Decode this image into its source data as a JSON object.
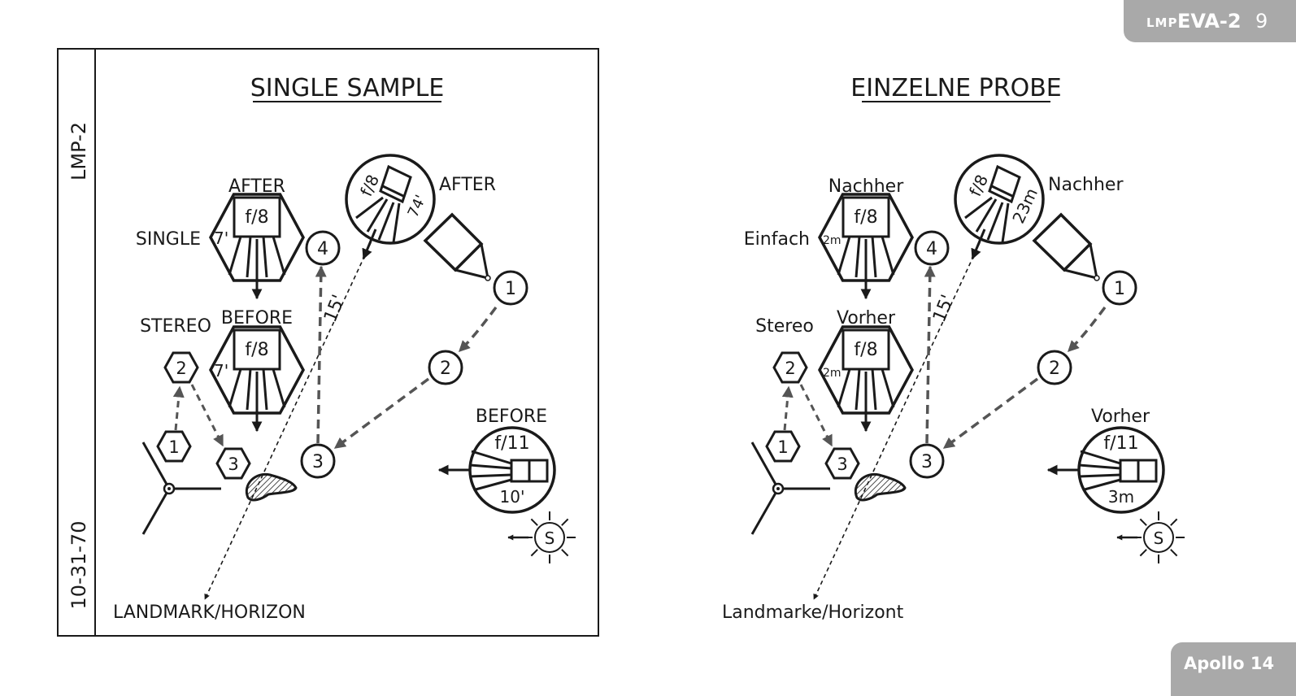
{
  "header": {
    "vehicle": "LMP",
    "eva": "EVA-2",
    "page": "9"
  },
  "footer": {
    "mission": "Apollo 14"
  },
  "sidebar": {
    "top": "LMP-2",
    "bottom": "10-31-70"
  },
  "panels": [
    {
      "title": "SINGLE SAMPLE",
      "after": "AFTER",
      "single": "SINGLE",
      "before": "BEFORE",
      "stereo": "STEREO",
      "f8": "f/8",
      "f11": "f/11",
      "dist_single": "7'",
      "dist_stereo": "7'",
      "dist_after": "74'",
      "dist_pace": "15'",
      "dist_before": "10'",
      "after_right": "AFTER",
      "before_right": "BEFORE",
      "landmark": "LANDMARK/HORIZON",
      "steps": [
        "1",
        "2",
        "3",
        "4"
      ],
      "hex_steps": [
        "1",
        "2",
        "3"
      ],
      "sun": "S"
    },
    {
      "title": "EINZELNE PROBE",
      "after": "Nachher",
      "single": "Einfach",
      "before": "Vorher",
      "stereo": "Stereo",
      "f8": "f/8",
      "f11": "f/11",
      "dist_single": "2m",
      "dist_stereo": "2m",
      "dist_after": "23m",
      "dist_pace": "15'",
      "dist_before": "3m",
      "after_right": "Nachher",
      "before_right": "Vorher",
      "landmark": "Landmarke/Horizont",
      "steps": [
        "1",
        "2",
        "3",
        "4"
      ],
      "hex_steps": [
        "1",
        "2",
        "3"
      ],
      "sun": "S"
    }
  ]
}
